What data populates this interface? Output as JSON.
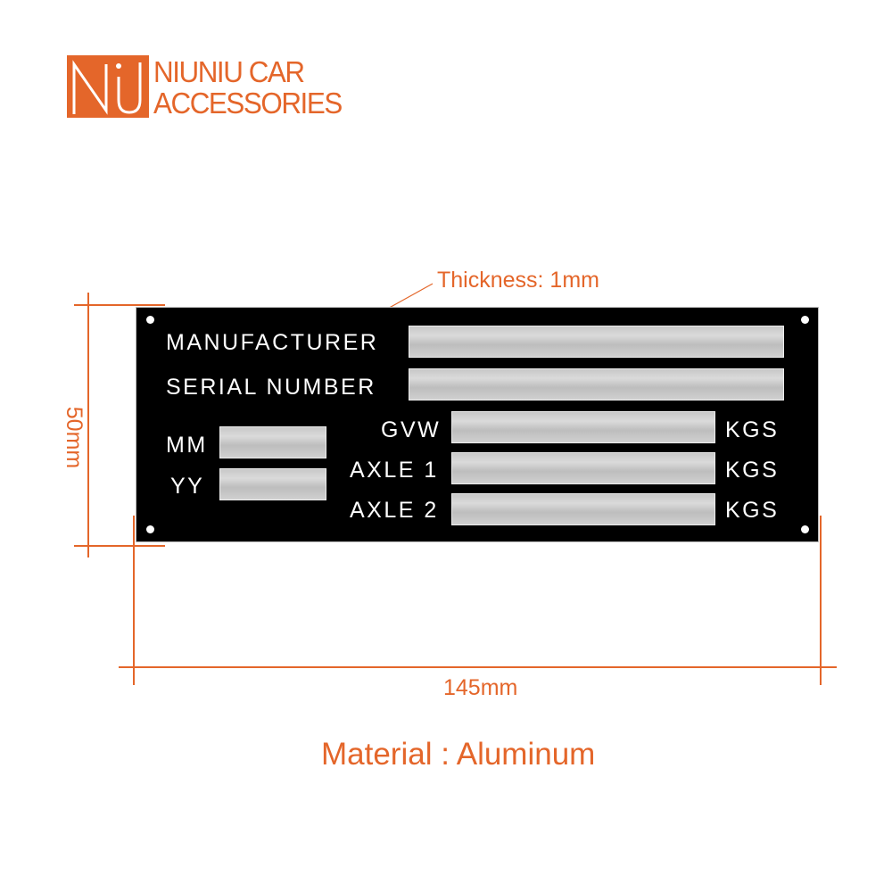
{
  "brand": {
    "logo_mark": "NiU",
    "line1": "NIUNIU CAR",
    "line2": "ACCESSORIES"
  },
  "annotation": {
    "thickness": "Thickness: 1mm",
    "height": "50mm",
    "width": "145mm"
  },
  "plate": {
    "manufacturer": "MANUFACTURER",
    "serial": "SERIAL NUMBER",
    "mm": "MM",
    "yy": "YY",
    "gvw": "GVW",
    "axle1": "AXLE 1",
    "axle2": "AXLE 2",
    "unit": "KGS"
  },
  "material": "Material : Aluminum",
  "colors": {
    "accent": "#e4662a",
    "plate": "#000000"
  }
}
